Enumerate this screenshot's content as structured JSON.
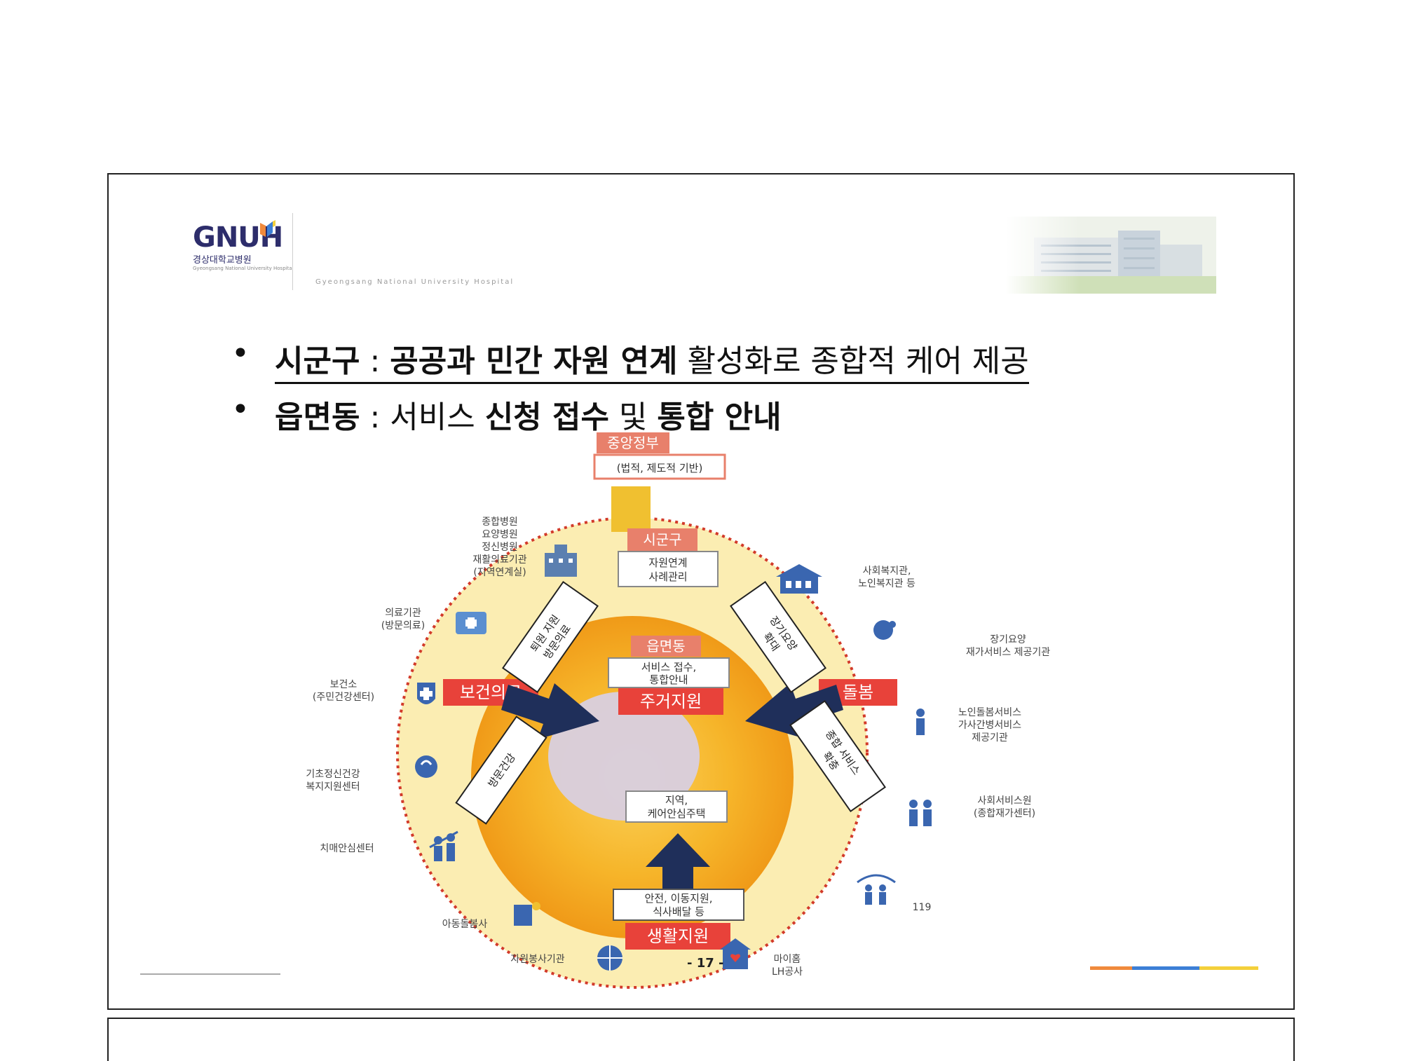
{
  "header": {
    "logo_text": "GNUH",
    "logo_subtitle": "경상대학교병원",
    "logo_tiny": "Gyeongsang National University Hospital",
    "hospital_name_en": "Gyeongsang National University Hospital"
  },
  "bullets": [
    {
      "bullet": "•",
      "label": "시군구",
      "sep": " : ",
      "bold": "공공과 민간 자원 연계",
      "rest": " 활성화로 종합적 케어 제공"
    },
    {
      "bullet": "•",
      "label": "읍면동",
      "sep": " : 서비스 ",
      "bold": "신청 접수",
      "mid": " 및 ",
      "bold2": "통합 안내"
    }
  ],
  "diagram": {
    "top_title": "중앙정부",
    "top_desc": "(법적, 제도적 기반)",
    "sigungu_title": "시군구",
    "sigungu_desc": [
      "자원연계",
      "사례관리"
    ],
    "eup_title": "읍면동",
    "eup_desc": [
      "서비스 접수,",
      "통합안내"
    ],
    "center_title": "주거지원",
    "center_desc": [
      "지역,",
      "케어안심주택"
    ],
    "bottom_desc": [
      "안전, 이동지원,",
      "식사배달 등"
    ],
    "bottom_title": "생활지원",
    "left_title": "보건의료",
    "right_title": "돌봄",
    "left_arrow_top": [
      "퇴원 지원",
      "방문의료"
    ],
    "left_arrow_bottom": "방문건강",
    "right_arrow_top": [
      "장기요양",
      "확대"
    ],
    "right_arrow_bottom": [
      "종합 서비스",
      "확충"
    ],
    "satellites": {
      "hospitals": [
        "종합병원",
        "요양병원",
        "정신병원",
        "재활의료기관",
        "(지역연계실)"
      ],
      "medical": [
        "의료기관",
        "(방문의료)"
      ],
      "health_center": [
        "보건소",
        "(주민건강센터)"
      ],
      "mental": [
        "기초정신건강",
        "복지지원센터"
      ],
      "dementia": "치매안심센터",
      "kids": "아동돌봄사",
      "volunteer": "자원봉사기관",
      "welfare": [
        "사회복지관,",
        "노인복지관 등"
      ],
      "ltc": [
        "장기요양",
        "재가서비스 제공기관"
      ],
      "elder": [
        "노인돌봄서비스",
        "가사간병서비스",
        "제공기관"
      ],
      "social": [
        "사회서비스원",
        "(종합재가센터)"
      ],
      "n119": "119",
      "home": [
        "마이홈",
        "LH공사"
      ]
    }
  },
  "footer": {
    "page": "- 17 -"
  },
  "colors": {
    "red_box": "#e8423a",
    "salmon_box": "#e8806b",
    "pillar": "#f0c030",
    "outer_circle": "#fbeeb0",
    "inner_circle": "#f4b024",
    "core": "#d9d0e0"
  }
}
